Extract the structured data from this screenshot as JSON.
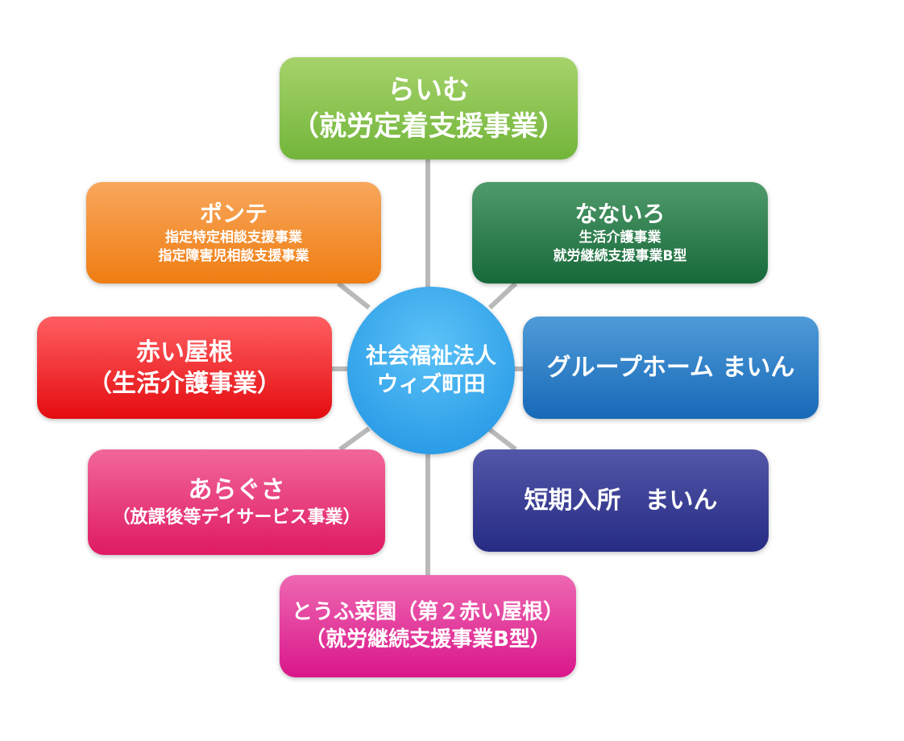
{
  "center": {
    "line1": "社会福祉法人",
    "line2": "ウィズ町田"
  },
  "nodes": {
    "raimu": {
      "title": "らいむ",
      "subtitle": "（就労定着支援事業）",
      "color": "#8cc652"
    },
    "ponte": {
      "title": "ポンテ",
      "line1": "指定特定相談支援事業",
      "line2": "指定障害児相談支援事業",
      "color": "#f49437"
    },
    "nanairo": {
      "title": "なないろ",
      "line1": "生活介護事業",
      "line2": "就労継続支援事業B型",
      "color": "#2e7d4e"
    },
    "akai_yane": {
      "title": "赤い屋根",
      "subtitle": "（生活介護事業）",
      "color": "#f22b2e"
    },
    "group_home": {
      "title": "グループホーム まいん",
      "color": "#2f7fc9"
    },
    "aragusa": {
      "title": "あらぐさ",
      "subtitle": "（放課後等デイサービス事業）",
      "color": "#e8407d"
    },
    "tanki": {
      "title": "短期入所　まいん",
      "color": "#383d94"
    },
    "toufu": {
      "title": "とうふ菜園（第２赤い屋根）",
      "subtitle": "（就労継続支援事業B型）",
      "color": "#e23c9f"
    }
  },
  "connector_color": "#b9b9b9"
}
